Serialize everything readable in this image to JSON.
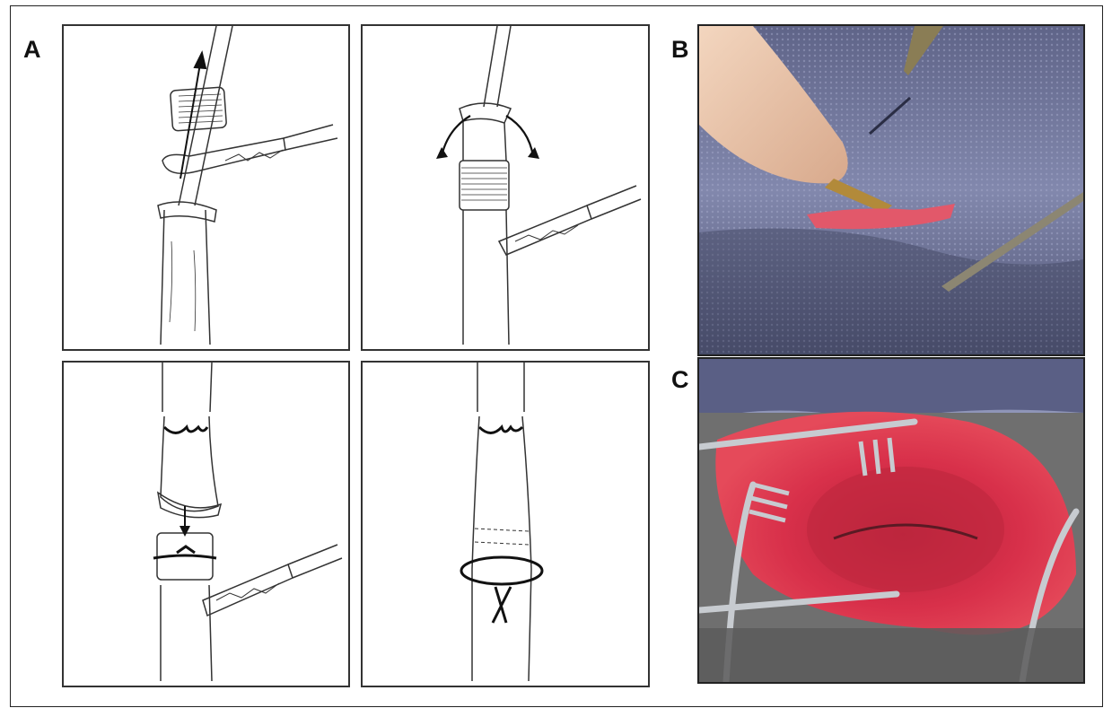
{
  "figure": {
    "panel_labels": {
      "a": "A",
      "b": "B",
      "c": "C"
    }
  },
  "colors": {
    "line": "#333333",
    "tissue": "#d9374a",
    "towel": "#6a7096",
    "metal": "#9aa0a6"
  }
}
